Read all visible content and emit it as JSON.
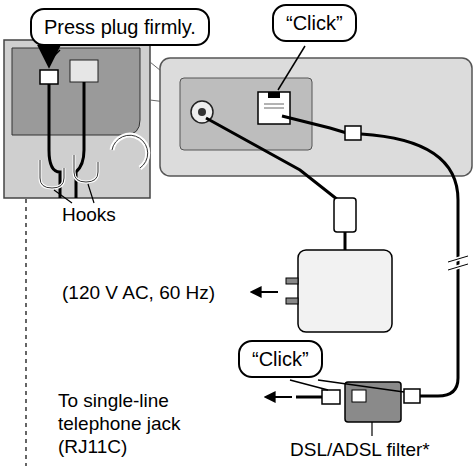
{
  "diagram": {
    "nodes": [
      {
        "text": [
          "Press plug firmly."
        ]
      },
      {
        "text": [
          "“Click”"
        ]
      },
      {
        "text": [
          "“Click”"
        ]
      }
    ],
    "labels": [
      "Hooks",
      "(120 V AC, 60 Hz)",
      "To single-line telephone jack (RJ11C)",
      "DSL/ADSL filter*"
    ]
  }
}
